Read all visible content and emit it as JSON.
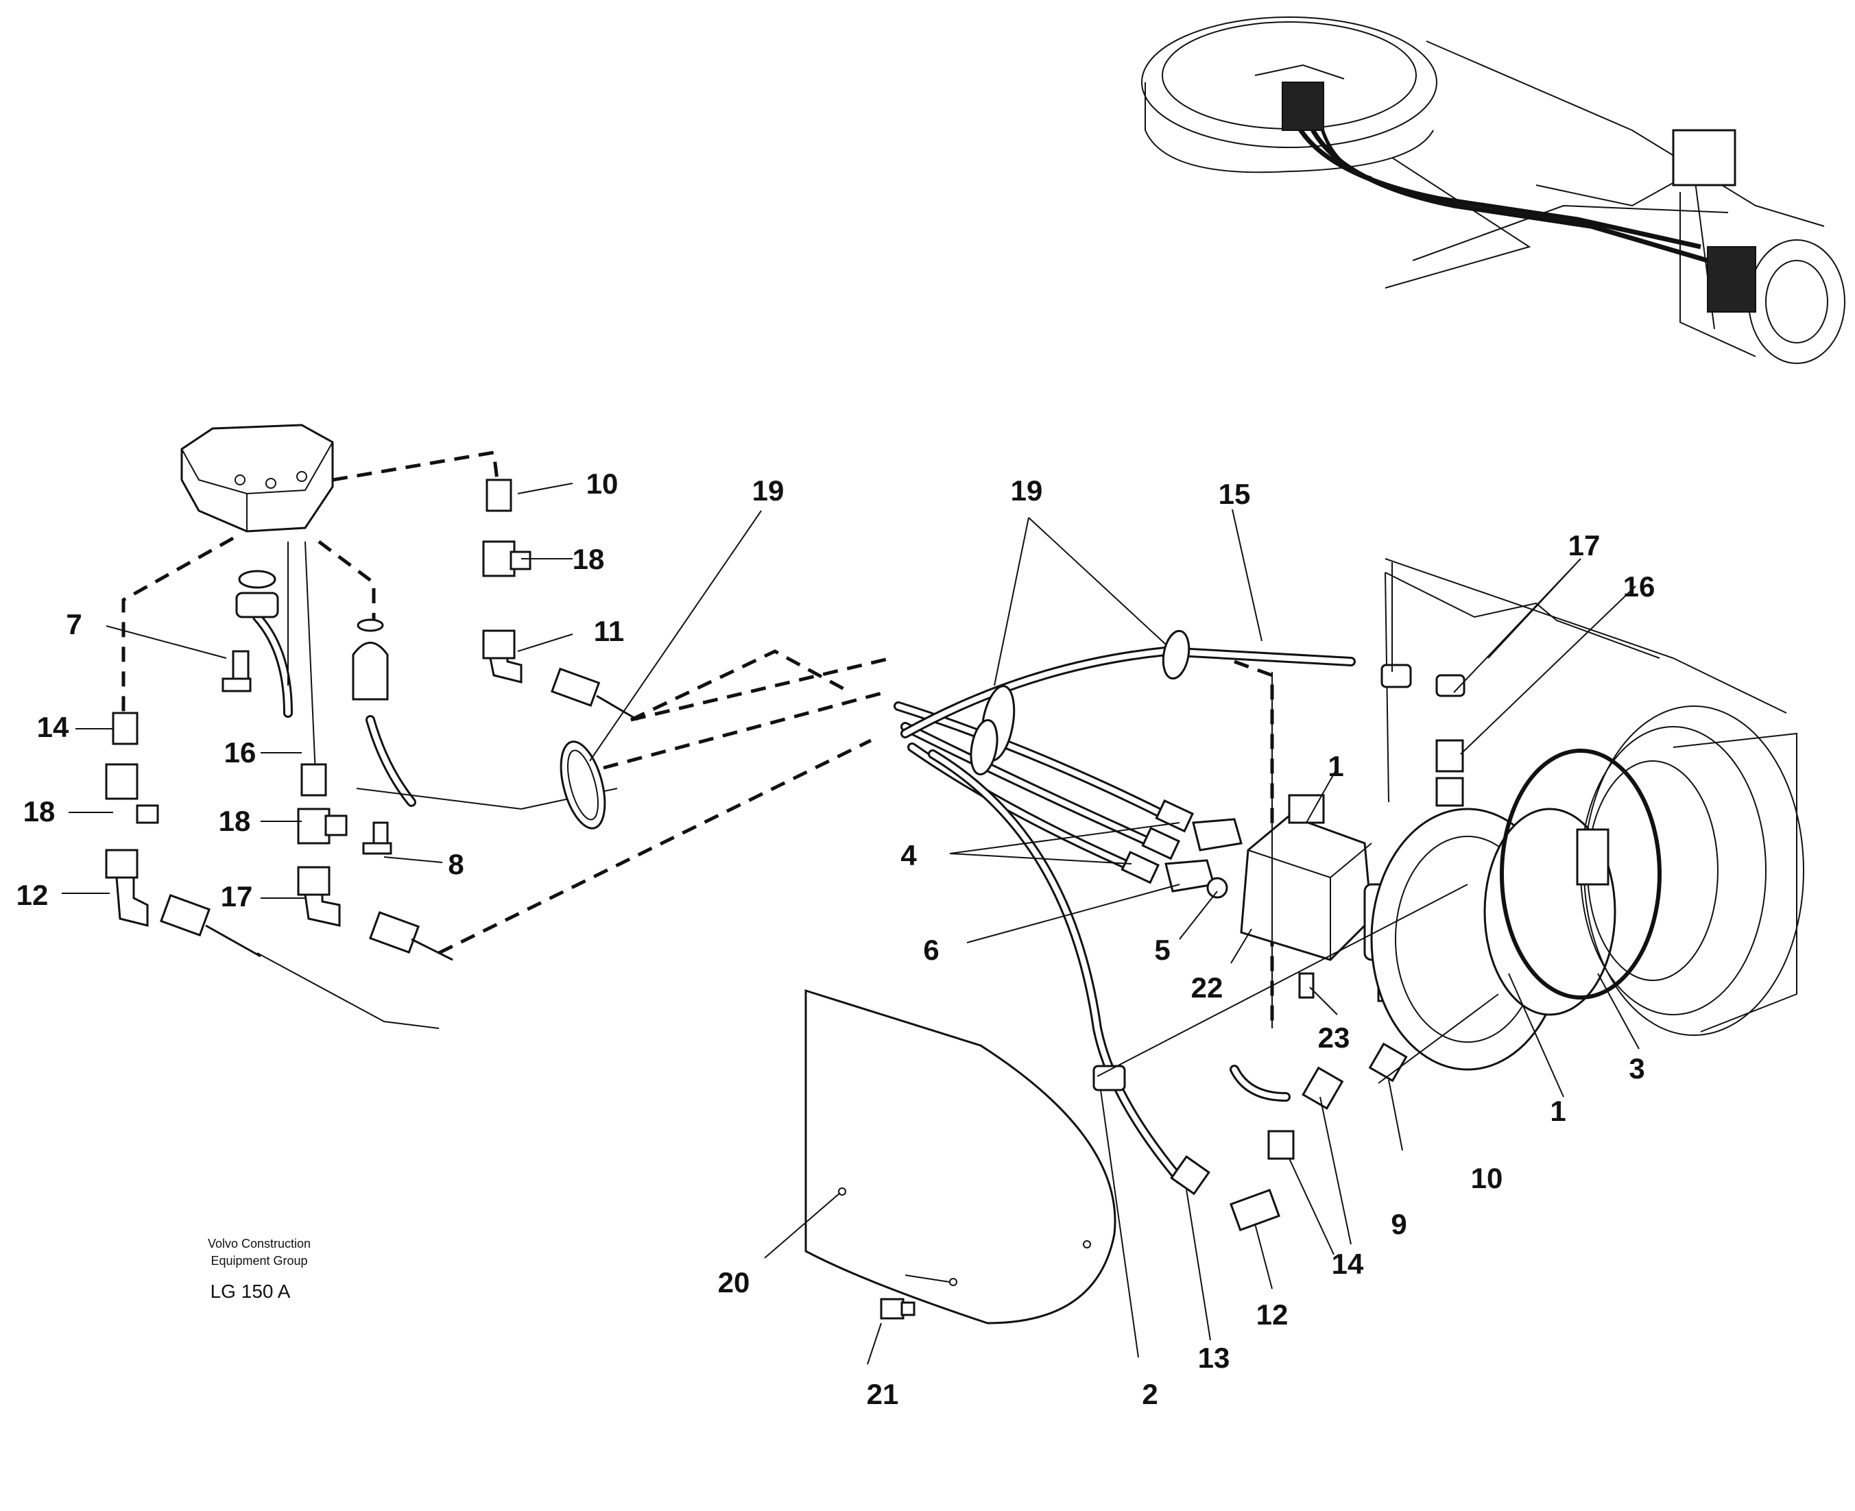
{
  "credit": {
    "line1": "Volvo Construction",
    "line2": "Equipment Group",
    "model": "LG 150 A"
  },
  "callouts": {
    "c1_top": "1",
    "c1_bottom": "1",
    "c2": "2",
    "c3": "3",
    "c4": "4",
    "c5": "5",
    "c6": "6",
    "c7": "7",
    "c8": "8",
    "c9": "9",
    "c10_top": "10",
    "c10_bottom": "10",
    "c11": "11",
    "c12_left": "12",
    "c12_bottom": "12",
    "c13": "13",
    "c14_left": "14",
    "c14_bottom": "14",
    "c15": "15",
    "c16_left": "16",
    "c16_right": "16",
    "c17_left": "17",
    "c17_right": "17",
    "c18_top": "18",
    "c18_left": "18",
    "c18_mid": "18",
    "c19_left": "19",
    "c19_mid": "19",
    "c20": "20",
    "c21": "21",
    "c22": "22",
    "c23": "23"
  }
}
